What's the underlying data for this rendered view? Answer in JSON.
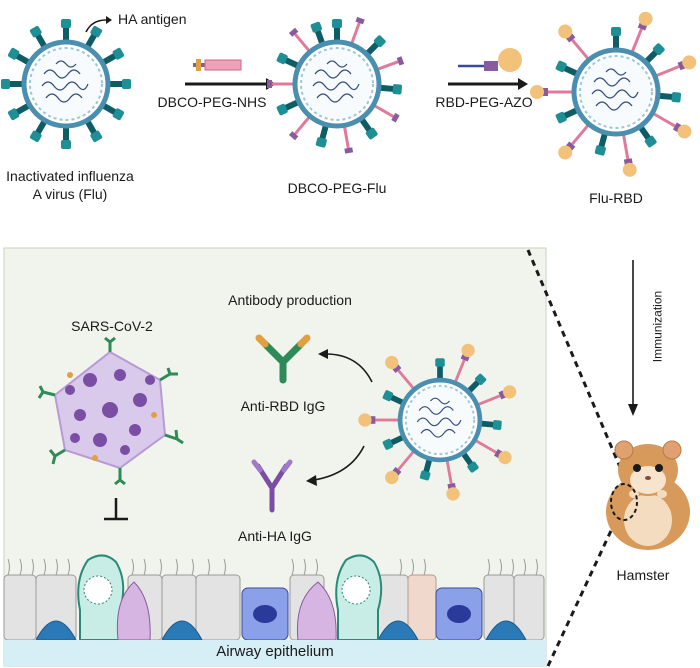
{
  "top_row": {
    "ha_antigen": "HA antigen",
    "step1_reagent": "DBCO-PEG-NHS",
    "step2_reagent": "RBD-PEG-AZO",
    "flu_label_line1": "Inactivated influenza",
    "flu_label_line2": "A virus (Flu)",
    "dbco_flu_label": "DBCO-PEG-Flu",
    "flu_rbd_label": "Flu-RBD"
  },
  "lower_panel": {
    "sars_label": "SARS-CoV-2",
    "antibody_production": "Antibody production",
    "anti_rbd": "Anti-RBD IgG",
    "anti_ha": "Anti-HA IgG",
    "airway": "Airway epithelium"
  },
  "right_side": {
    "immunization": "Immunization",
    "hamster": "Hamster"
  },
  "colors": {
    "virus_teal": "#1f8f96",
    "virus_dark": "#0d5c66",
    "peg_pink": "#e07a9a",
    "rbd_orange": "#f2c27a",
    "igg_green": "#2e8b57",
    "igg_purple": "#7a4fa3",
    "panel_bg": "#f0f4ec",
    "epithelium_bar": "#d6eef5"
  }
}
